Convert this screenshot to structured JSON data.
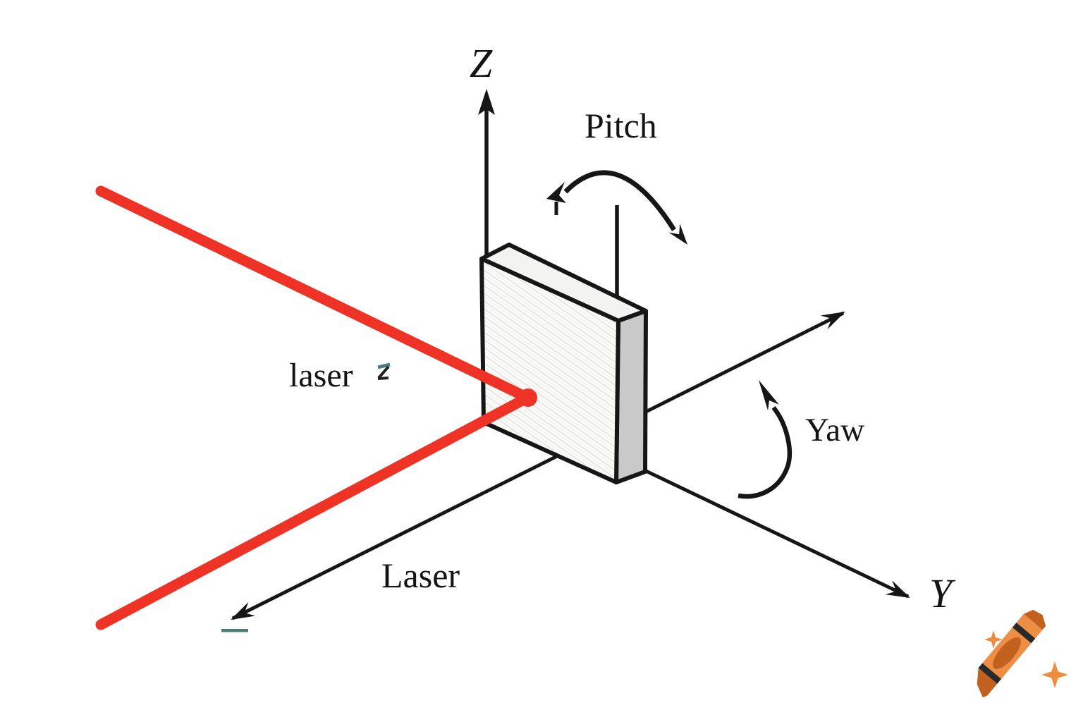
{
  "diagram": {
    "type": "laser-mirror-pitch-yaw-axes",
    "labels": {
      "z_axis": "Z",
      "y_axis": "Y",
      "pitch": "Pitch",
      "yaw": "Yaw",
      "beam": "laser",
      "beam_mark": "z",
      "axis_caption": "Laser"
    },
    "colors": {
      "background": "#ffffff",
      "ink": "#161616",
      "beam_red": "#ee3226",
      "beam_red_dark": "#d6170d",
      "mirror_front": "#fbfbfa",
      "mirror_side": "#c9c9c9",
      "mirror_top": "#f3f3f1",
      "teal_accent": "#4c7d76",
      "crayon_body_orange": "#ee8e44",
      "crayon_dark_orange": "#c2611f",
      "crayon_band_black": "#2a2a2a",
      "sparkle_orange": "#ef8d3c"
    },
    "watermark": {
      "icon": "crayon-icon",
      "description": "orange crayon with sparkles"
    }
  }
}
